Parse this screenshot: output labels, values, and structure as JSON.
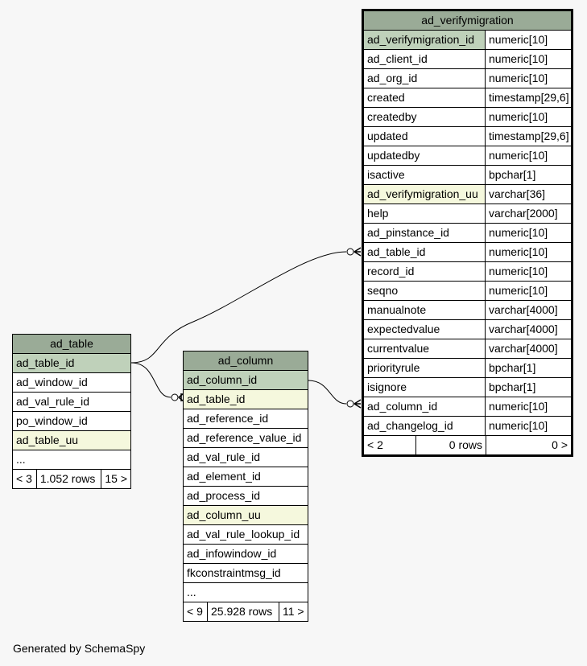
{
  "main_table": {
    "title": "ad_verifymigration",
    "columns": [
      {
        "name": "ad_verifymigration_id",
        "type": "numeric[10]",
        "kind": "pk"
      },
      {
        "name": "ad_client_id",
        "type": "numeric[10]",
        "kind": ""
      },
      {
        "name": "ad_org_id",
        "type": "numeric[10]",
        "kind": ""
      },
      {
        "name": "created",
        "type": "timestamp[29,6]",
        "kind": ""
      },
      {
        "name": "createdby",
        "type": "numeric[10]",
        "kind": ""
      },
      {
        "name": "updated",
        "type": "timestamp[29,6]",
        "kind": ""
      },
      {
        "name": "updatedby",
        "type": "numeric[10]",
        "kind": ""
      },
      {
        "name": "isactive",
        "type": "bpchar[1]",
        "kind": ""
      },
      {
        "name": "ad_verifymigration_uu",
        "type": "varchar[36]",
        "kind": "uu"
      },
      {
        "name": "help",
        "type": "varchar[2000]",
        "kind": ""
      },
      {
        "name": "ad_pinstance_id",
        "type": "numeric[10]",
        "kind": ""
      },
      {
        "name": "ad_table_id",
        "type": "numeric[10]",
        "kind": ""
      },
      {
        "name": "record_id",
        "type": "numeric[10]",
        "kind": ""
      },
      {
        "name": "seqno",
        "type": "numeric[10]",
        "kind": ""
      },
      {
        "name": "manualnote",
        "type": "varchar[4000]",
        "kind": ""
      },
      {
        "name": "expectedvalue",
        "type": "varchar[4000]",
        "kind": ""
      },
      {
        "name": "currentvalue",
        "type": "varchar[4000]",
        "kind": ""
      },
      {
        "name": "priorityrule",
        "type": "bpchar[1]",
        "kind": ""
      },
      {
        "name": "isignore",
        "type": "bpchar[1]",
        "kind": ""
      },
      {
        "name": "ad_column_id",
        "type": "numeric[10]",
        "kind": ""
      },
      {
        "name": "ad_changelog_id",
        "type": "numeric[10]",
        "kind": ""
      }
    ],
    "footer": {
      "parents": "< 2",
      "rows": "0 rows",
      "children": "0 >"
    }
  },
  "ad_table": {
    "title": "ad_table",
    "columns": [
      {
        "name": "ad_table_id",
        "kind": "pk"
      },
      {
        "name": "ad_window_id",
        "kind": ""
      },
      {
        "name": "ad_val_rule_id",
        "kind": ""
      },
      {
        "name": "po_window_id",
        "kind": ""
      },
      {
        "name": "ad_table_uu",
        "kind": "uu"
      },
      {
        "name": "...",
        "kind": ""
      }
    ],
    "footer": {
      "parents": "< 3",
      "rows": "1.052 rows",
      "children": "15 >"
    }
  },
  "ad_column": {
    "title": "ad_column",
    "columns": [
      {
        "name": "ad_column_id",
        "kind": "pk"
      },
      {
        "name": "ad_table_id",
        "kind": "uu"
      },
      {
        "name": "ad_reference_id",
        "kind": ""
      },
      {
        "name": "ad_reference_value_id",
        "kind": ""
      },
      {
        "name": "ad_val_rule_id",
        "kind": ""
      },
      {
        "name": "ad_element_id",
        "kind": ""
      },
      {
        "name": "ad_process_id",
        "kind": ""
      },
      {
        "name": "ad_column_uu",
        "kind": "uu"
      },
      {
        "name": "ad_val_rule_lookup_id",
        "kind": ""
      },
      {
        "name": "ad_infowindow_id",
        "kind": ""
      },
      {
        "name": "fkconstraintmsg_id",
        "kind": ""
      },
      {
        "name": "...",
        "kind": ""
      }
    ],
    "footer": {
      "parents": "< 9",
      "rows": "25.928 rows",
      "children": "11 >"
    }
  },
  "generated_by": "Generated by SchemaSpy",
  "colors": {
    "header": "#9aab97",
    "primary_key": "#bfd1ba",
    "unique_key": "#f5f8dd",
    "background": "#f7f7f7"
  }
}
